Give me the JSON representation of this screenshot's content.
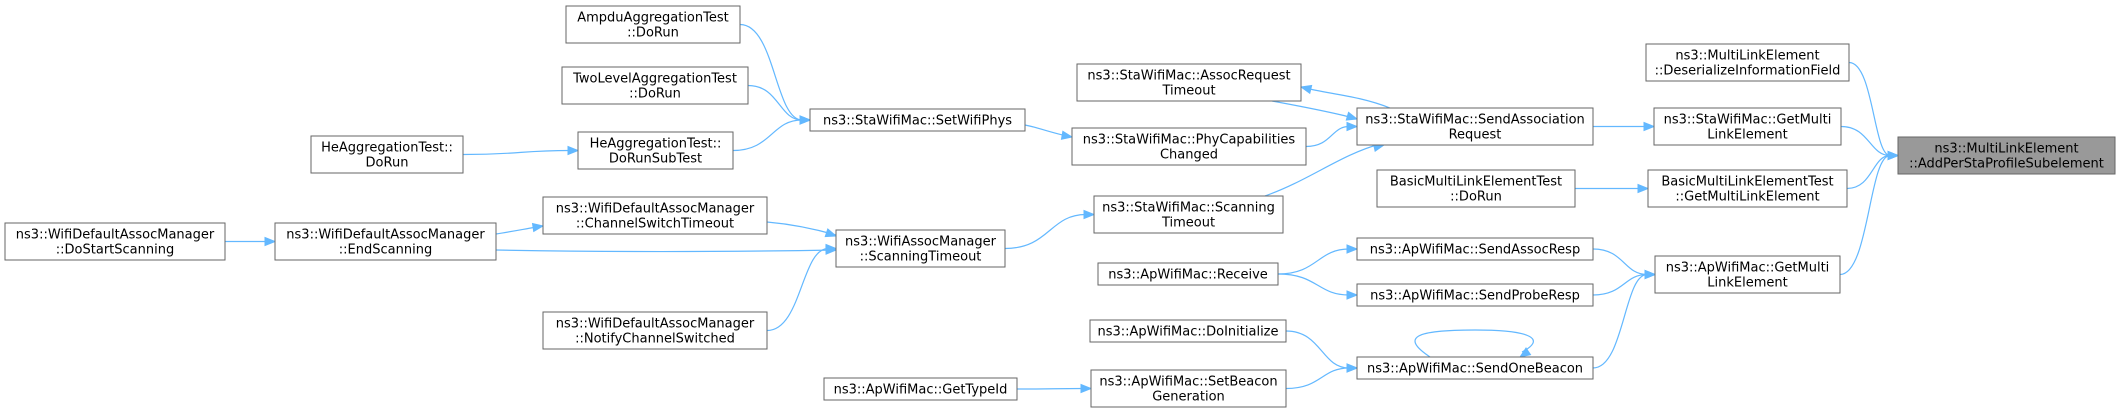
{
  "graph": {
    "nodes": {
      "multilink_addperstaprofilesubelement": {
        "lines": [
          "ns3::MultiLinkElement",
          "::AddPerStaProfileSubelement"
        ],
        "focus": true
      },
      "multilink_deserializeinformationfield": {
        "lines": [
          "ns3::MultiLinkElement",
          "::DeserializeInformationField"
        ]
      },
      "stawifimac_getmultilinkelement": {
        "lines": [
          "ns3::StaWifiMac::GetMulti",
          "LinkElement"
        ]
      },
      "basicmultilinkelementtest_getmultilinkelement": {
        "lines": [
          "BasicMultiLinkElementTest",
          "::GetMultiLinkElement"
        ]
      },
      "apwifimac_getmultilinkelement": {
        "lines": [
          "ns3::ApWifiMac::GetMulti",
          "LinkElement"
        ]
      },
      "stawifimac_sendassociationrequest": {
        "lines": [
          "ns3::StaWifiMac::SendAssociation",
          "Request"
        ]
      },
      "basicmultilinkelementtest_dorun": {
        "lines": [
          "BasicMultiLinkElementTest",
          "::DoRun"
        ]
      },
      "apwifimac_sendassocresp": {
        "lines": [
          "ns3::ApWifiMac::SendAssocResp"
        ]
      },
      "apwifimac_sendproberesp": {
        "lines": [
          "ns3::ApWifiMac::SendProbeResp"
        ]
      },
      "apwifimac_sendonebeacon": {
        "lines": [
          "ns3::ApWifiMac::SendOneBeacon"
        ]
      },
      "stawifimac_assocrequesttimeout": {
        "lines": [
          "ns3::StaWifiMac::AssocRequest",
          "Timeout"
        ]
      },
      "stawifimac_phycapabilitieschanged": {
        "lines": [
          "ns3::StaWifiMac::PhyCapabilities",
          "Changed"
        ]
      },
      "stawifimac_scanningtimeout": {
        "lines": [
          "ns3::StaWifiMac::Scanning",
          "Timeout"
        ]
      },
      "apwifimac_receive": {
        "lines": [
          "ns3::ApWifiMac::Receive"
        ]
      },
      "apwifimac_doinitialize": {
        "lines": [
          "ns3::ApWifiMac::DoInitialize"
        ]
      },
      "apwifimac_setbeacongeneration": {
        "lines": [
          "ns3::ApWifiMac::SetBeacon",
          "Generation"
        ]
      },
      "stawifimac_setwifiphys": {
        "lines": [
          "ns3::StaWifiMac::SetWifiPhys"
        ]
      },
      "wifiassocmanager_scanningtimeout": {
        "lines": [
          "ns3::WifiAssocManager",
          "::ScanningTimeout"
        ]
      },
      "apwifimac_gettypeid": {
        "lines": [
          "ns3::ApWifiMac::GetTypeId"
        ]
      },
      "ampduaggregationtest_dorun": {
        "lines": [
          "AmpduAggregationTest",
          "::DoRun"
        ]
      },
      "twolevelaggregationtest_dorun": {
        "lines": [
          "TwoLevelAggregationTest",
          "::DoRun"
        ]
      },
      "heaggregationtest_dorunsubtest": {
        "lines": [
          "HeAggregationTest::",
          "DoRunSubTest"
        ]
      },
      "wifidefaultassocmanager_channelswitchtimeout": {
        "lines": [
          "ns3::WifiDefaultAssocManager",
          "::ChannelSwitchTimeout"
        ]
      },
      "wifidefaultassocmanager_endscanning": {
        "lines": [
          "ns3::WifiDefaultAssocManager",
          "::EndScanning"
        ]
      },
      "wifidefaultassocmanager_notifychannelswitched": {
        "lines": [
          "ns3::WifiDefaultAssocManager",
          "::NotifyChannelSwitched"
        ]
      },
      "heaggregationtest_dorun": {
        "lines": [
          "HeAggregationTest::",
          "DoRun"
        ]
      },
      "wifidefaultassocmanager_dostartscanning": {
        "lines": [
          "ns3::WifiDefaultAssocManager",
          "::DoStartScanning"
        ]
      }
    },
    "edges": [
      [
        "multilink_deserializeinformationfield",
        "multilink_addperstaprofilesubelement"
      ],
      [
        "stawifimac_getmultilinkelement",
        "multilink_addperstaprofilesubelement"
      ],
      [
        "basicmultilinkelementtest_getmultilinkelement",
        "multilink_addperstaprofilesubelement"
      ],
      [
        "apwifimac_getmultilinkelement",
        "multilink_addperstaprofilesubelement"
      ],
      [
        "stawifimac_sendassociationrequest",
        "stawifimac_getmultilinkelement"
      ],
      [
        "basicmultilinkelementtest_dorun",
        "basicmultilinkelementtest_getmultilinkelement"
      ],
      [
        "apwifimac_sendassocresp",
        "apwifimac_getmultilinkelement"
      ],
      [
        "apwifimac_sendproberesp",
        "apwifimac_getmultilinkelement"
      ],
      [
        "apwifimac_sendonebeacon",
        "apwifimac_getmultilinkelement"
      ],
      [
        "stawifimac_sendassociationrequest",
        "stawifimac_assocrequesttimeout"
      ],
      [
        "stawifimac_assocrequesttimeout",
        "stawifimac_sendassociationrequest"
      ],
      [
        "stawifimac_phycapabilitieschanged",
        "stawifimac_sendassociationrequest"
      ],
      [
        "stawifimac_scanningtimeout",
        "stawifimac_sendassociationrequest"
      ],
      [
        "apwifimac_receive",
        "apwifimac_sendassocresp"
      ],
      [
        "apwifimac_receive",
        "apwifimac_sendproberesp"
      ],
      [
        "apwifimac_sendonebeacon",
        "apwifimac_sendonebeacon"
      ],
      [
        "apwifimac_doinitialize",
        "apwifimac_sendonebeacon"
      ],
      [
        "apwifimac_setbeacongeneration",
        "apwifimac_sendonebeacon"
      ],
      [
        "stawifimac_setwifiphys",
        "stawifimac_phycapabilitieschanged"
      ],
      [
        "wifiassocmanager_scanningtimeout",
        "stawifimac_scanningtimeout"
      ],
      [
        "apwifimac_gettypeid",
        "apwifimac_setbeacongeneration"
      ],
      [
        "ampduaggregationtest_dorun",
        "stawifimac_setwifiphys"
      ],
      [
        "twolevelaggregationtest_dorun",
        "stawifimac_setwifiphys"
      ],
      [
        "heaggregationtest_dorunsubtest",
        "stawifimac_setwifiphys"
      ],
      [
        "wifidefaultassocmanager_channelswitchtimeout",
        "wifiassocmanager_scanningtimeout"
      ],
      [
        "wifidefaultassocmanager_endscanning",
        "wifiassocmanager_scanningtimeout"
      ],
      [
        "wifidefaultassocmanager_notifychannelswitched",
        "wifiassocmanager_scanningtimeout"
      ],
      [
        "heaggregationtest_dorun",
        "heaggregationtest_dorunsubtest"
      ],
      [
        "wifidefaultassocmanager_endscanning",
        "wifidefaultassocmanager_channelswitchtimeout"
      ],
      [
        "wifidefaultassocmanager_dostartscanning",
        "wifidefaultassocmanager_endscanning"
      ]
    ]
  },
  "colors": {
    "edge": "#63b8ff",
    "node_border": "#666666",
    "node_fill": "#ffffff",
    "focus_fill": "#999999",
    "text": "#000000"
  }
}
